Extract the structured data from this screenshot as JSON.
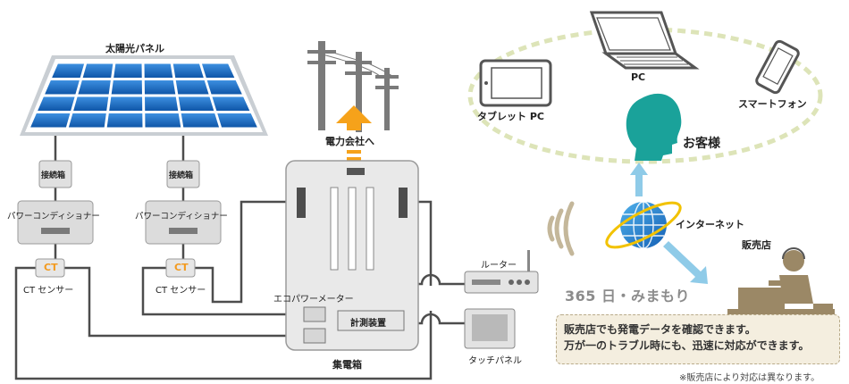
{
  "labels": {
    "solar_panel": "太陽光パネル",
    "power_company": "電力会社へ",
    "junction_box_1": "接続箱",
    "junction_box_2": "接続箱",
    "power_conditioner_1": "パワーコンディショナー",
    "power_conditioner_2": "パワーコンディショナー",
    "ct_1": "CT",
    "ct_2": "CT",
    "ct_sensor_1": "CT センサー",
    "ct_sensor_2": "CT センサー",
    "eco_power_meter": "エコパワーメーター",
    "measuring_device": "計測装置",
    "distribution_box": "集電箱",
    "router": "ルーター",
    "touch_panel": "タッチパネル",
    "tablet": "タブレット PC",
    "pc": "PC",
    "smartphone": "スマートフォン",
    "customer": "お客様",
    "internet": "インターネット",
    "dealer": "販売店",
    "headline": "365 日・みまもり",
    "info_line1": "販売店でも発電データを確認できます。",
    "info_line2": "万が一のトラブル時にも、迅速に対応ができます。",
    "note": "※販売店により対応は異なります。"
  },
  "colors": {
    "panel_blue": "#1e6fc0",
    "panel_frame": "#b7bcc2",
    "arrow_orange": "#f6a21a",
    "ct_orange": "#f39a1e",
    "customer_teal": "#1aa29a",
    "arrow_lightblue": "#8fcbe8",
    "ring_green": "#dde4b8",
    "dealer_brown": "#9b8866",
    "wire": "#4d4d4d",
    "device_gray": "#d9d9d9"
  }
}
